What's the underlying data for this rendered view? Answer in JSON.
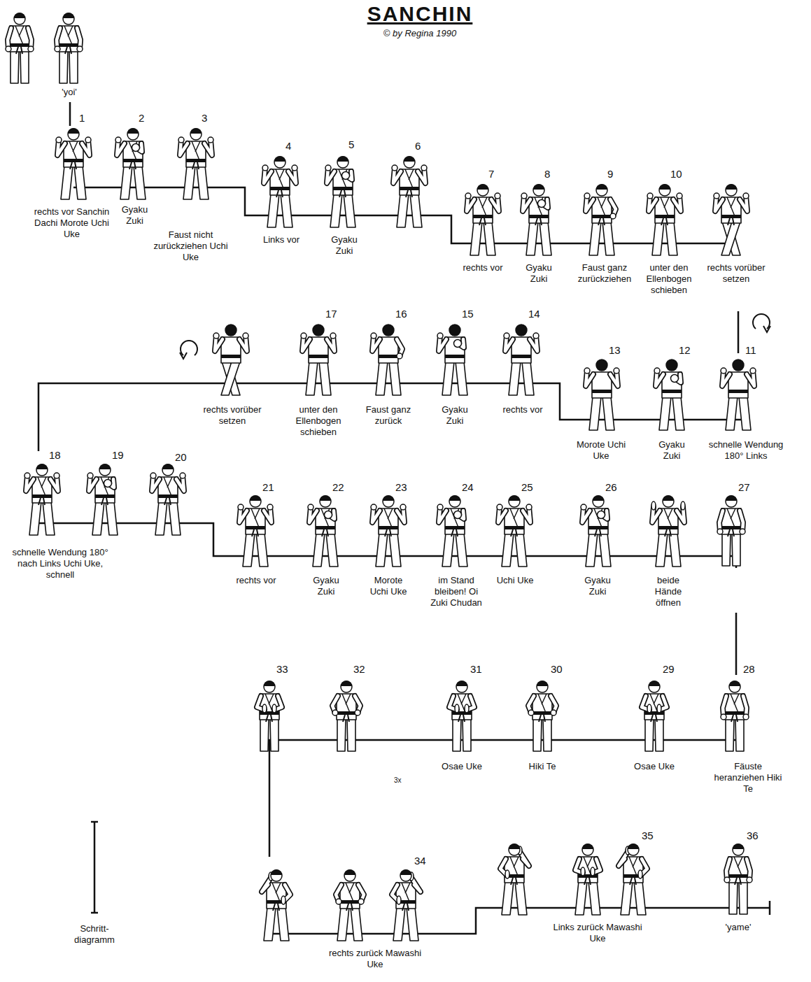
{
  "diagram": {
    "title": "SANCHIN",
    "labels": [
      "© by Regina 1990",
      "'yoi'",
      "1",
      "2",
      "3",
      "rechts vor Sanchin Dachi Morote Uchi Uke",
      "Gyaku Zuki",
      "Faust nicht zurückziehen Uchi Uke",
      "4",
      "5",
      "6",
      "Links vor",
      "Gyaku Zuki",
      "7",
      "8",
      "9",
      "10",
      "rechts vor",
      "Gyaku Zuki",
      "Faust ganz zurückziehen",
      "unter den Ellenbogen schieben",
      "rechts vorüber setzen",
      "17",
      "16",
      "15",
      "14",
      "rechts vorüber setzen",
      "unter den Ellenbogen schieben",
      "Faust ganz zurück",
      "Gyaku Zuki",
      "rechts vor",
      "13",
      "12",
      "11",
      "Morote Uchi Uke",
      "Gyaku Zuki",
      "schnelle Wendung 180° Links",
      "18",
      "19",
      "20",
      "schnelle Wendung 180° nach Links Uchi Uke, schnell",
      "21",
      "22",
      "23",
      "24",
      "25",
      "26",
      "27",
      "rechts vor",
      "Gyaku Zuki",
      "Morote Uchi Uke",
      "im Stand bleiben! Oi Zuki Chudan",
      "Uchi Uke",
      "Gyaku Zuki",
      "beide Hände öffnen",
      "33",
      "32",
      "31",
      "30",
      "29",
      "28",
      "Osae Uke",
      "Hiki Te",
      "Osae Uke",
      "Fäuste heranziehen Hiki Te",
      "3x",
      "34",
      "rechts zurück Mawashi Uke",
      "35",
      "Links zurück Mawashi Uke",
      "36",
      "'yame'",
      "Schritt-diagramm"
    ]
  }
}
